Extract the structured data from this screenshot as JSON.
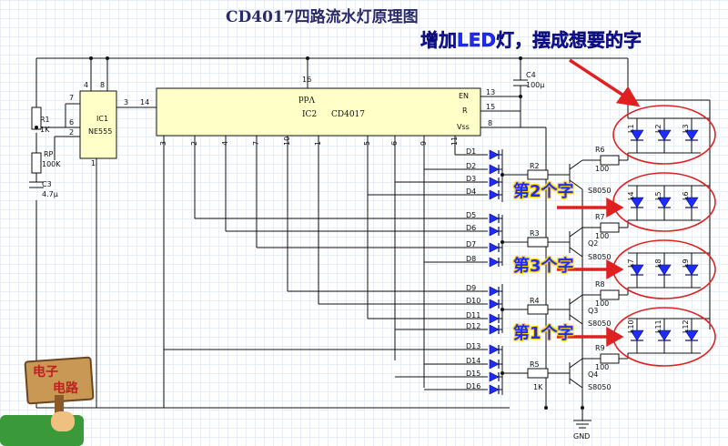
{
  "title": "CD4017四路流水灯原理图",
  "annotation": "增加LED灯，摆成想要的字",
  "char_labels": [
    "第2个字",
    "第3个字",
    "第1个字"
  ],
  "logo": [
    "电子",
    "电路"
  ],
  "components": {
    "ic1": [
      "IC1",
      "NE555"
    ],
    "ic2": [
      "IC2",
      "CD4017"
    ],
    "vdd": "Vdd",
    "en": "EN",
    "r": "R",
    "vss": "Vss",
    "r1": [
      "R1",
      "1K"
    ],
    "rp": [
      "RP",
      "100K"
    ],
    "c3": [
      "C3",
      "4.7μ"
    ],
    "c4": [
      "C4",
      "100μ"
    ],
    "diodes": [
      "D1",
      "D2",
      "D3",
      "D4",
      "D5",
      "D6",
      "D7",
      "D8",
      "D9",
      "D10",
      "D11",
      "D12",
      "D13",
      "D14",
      "D15",
      "D16"
    ],
    "r2": "R2",
    "r3": "R3",
    "r4": "R4",
    "r5": "R5",
    "r5v": "1K",
    "q2": "Q2",
    "q3": "Q3",
    "q4": "Q4",
    "s8050": "S8050",
    "r6": "R6",
    "r7": "R7",
    "r8": "R8",
    "r9": "R9",
    "r100": "100",
    "leds": [
      "L1",
      "L2",
      "L3",
      "L4",
      "L5",
      "L6",
      "L7",
      "L8",
      "L9",
      "L10",
      "L11",
      "L12"
    ],
    "gnd": "GND",
    "ic1_pins": [
      "8",
      "4",
      "7",
      "6",
      "2",
      "3",
      "1"
    ],
    "ic2_pins_top": [
      "14",
      "16"
    ],
    "ic2_pins_bottom": [
      "3",
      "2",
      "4",
      "7",
      "10",
      "1",
      "5",
      "6",
      "9",
      "11"
    ],
    "ic2_pins_right": [
      "13",
      "15",
      "8"
    ]
  }
}
